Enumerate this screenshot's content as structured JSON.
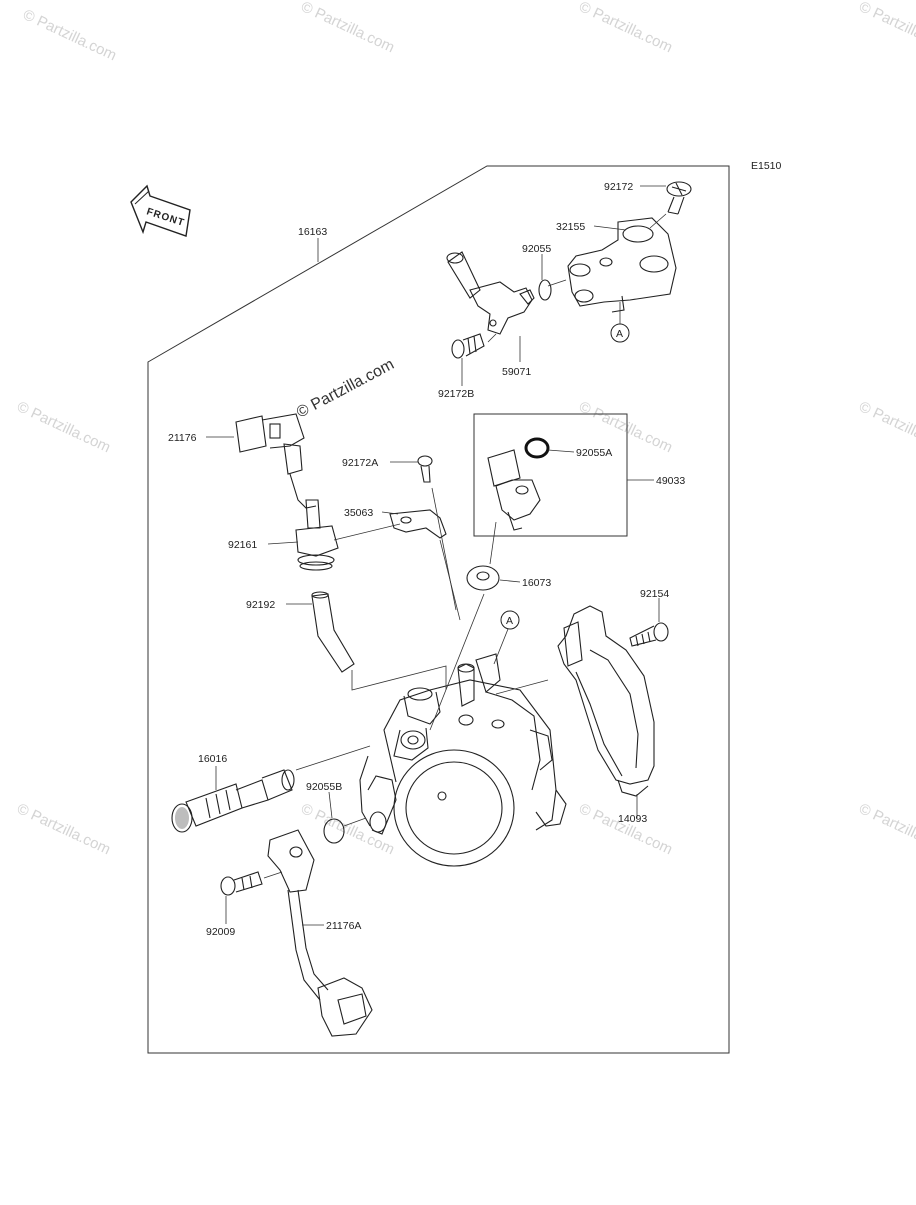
{
  "diagram_code": "E1510",
  "front_label": "FRONT",
  "watermark_text": "© Partzilla.com",
  "ref_marker": "A",
  "labels": {
    "p92172": "92172",
    "p32155": "32155",
    "p92055": "92055",
    "p16163": "16163",
    "p59071": "59071",
    "p92172B": "92172B",
    "p21176": "21176",
    "p92172A": "92172A",
    "p92055A": "92055A",
    "p49033": "49033",
    "p35063": "35063",
    "p92161": "92161",
    "p16073": "16073",
    "p92192": "92192",
    "p92154": "92154",
    "p16016": "16016",
    "p92055B": "92055B",
    "p14093": "14093",
    "p92009": "92009",
    "p21176A": "21176A"
  }
}
